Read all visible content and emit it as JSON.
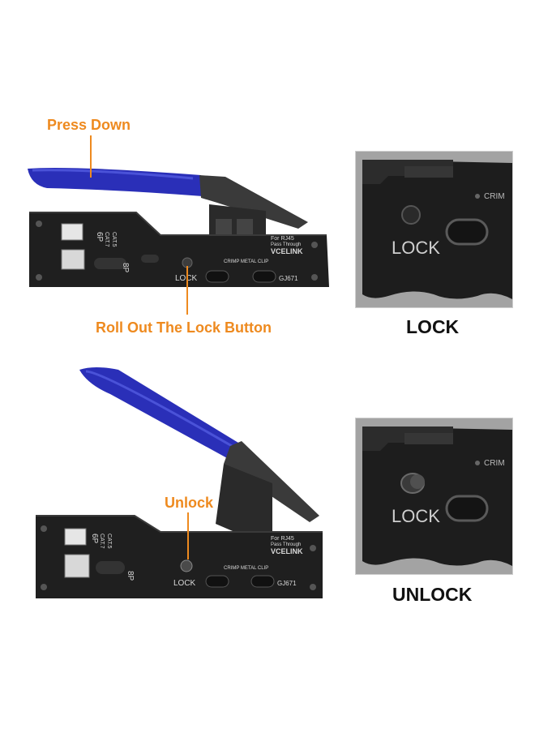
{
  "callouts": {
    "press_down": "Press Down",
    "roll_out": "Roll Out The Lock Button",
    "unlock": "Unlock"
  },
  "captions": {
    "lock": "LOCK",
    "unlock": "UNLOCK"
  },
  "tool_labels": {
    "p6": "6P",
    "p8": "8P",
    "cat7": "CAT.7",
    "cat5": "CAT.5",
    "for_rj45": "For RJ45",
    "pass_through": "Pass Through",
    "brand": "VCELINK",
    "crimp_clip": "CRIMP METAL CLIP",
    "lock": "LOCK",
    "model": "GJ671"
  },
  "closeup_labels": {
    "lock": "LOCK",
    "crim": "CRIM"
  },
  "colors": {
    "accent_orange": "#ee8a1f",
    "handle_blue": "#2a2fb8",
    "tool_body": "#1f1f1f"
  }
}
